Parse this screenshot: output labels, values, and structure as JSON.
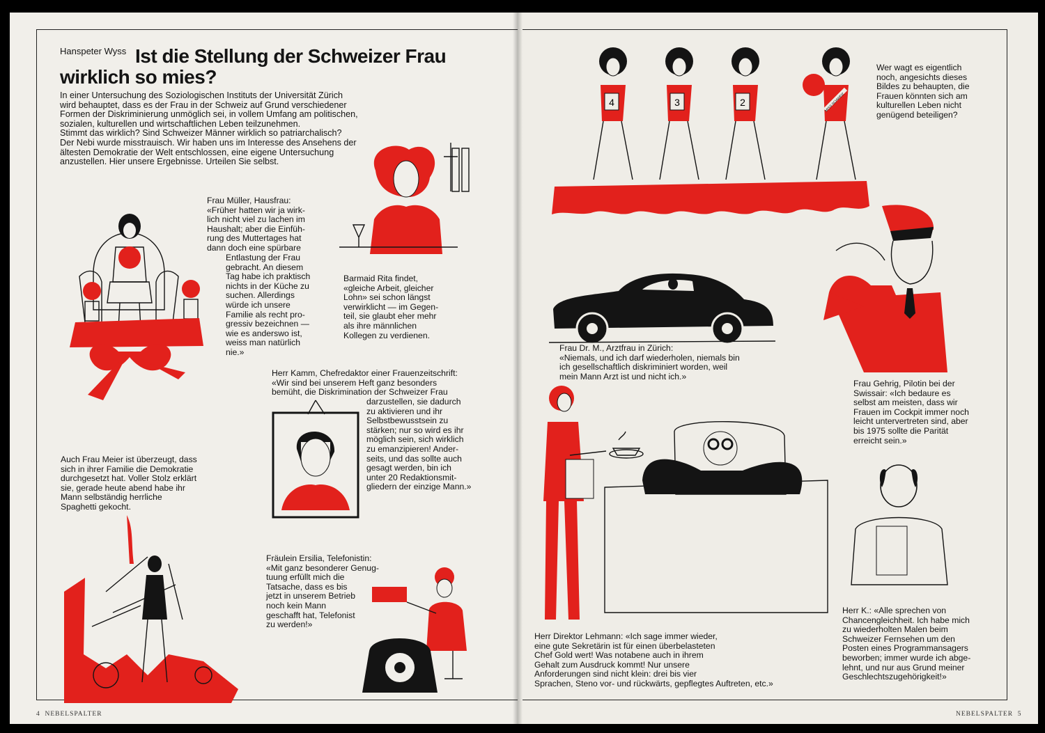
{
  "colors": {
    "accent": "#e2211c",
    "ink": "#141414",
    "paper": "#f1efea"
  },
  "article": {
    "author": "Hanspeter Wyss",
    "headline": "Ist die Stellung der Schweizer Frau wirklich so mies?",
    "intro": "In einer Untersuchung des Soziologischen Instituts der Universität Zürich\nwird behauptet, dass es der Frau in der Schweiz auf Grund verschiedener\nFormen der Diskriminierung unmöglich sei, in vollem Umfang am politischen,\nsozialen, kulturellen und wirtschaftlichen Leben teilzunehmen.\nStimmt das wirklich? Sind Schweizer Männer wirklich so patriarchalisch?\nDer Nebi wurde misstrauisch. Wir haben uns im Interesse des Ansehens der\nältesten Demokratie der Welt entschlossen, eine eigene Untersuchung\nanzustellen. Hier unsere Ergebnisse. Urteilen Sie selbst."
  },
  "captions": {
    "mueller": "Frau Müller, Hausfrau:\n«Früher hatten wir ja wirk-\nlich nicht viel zu lachen im\nHaushalt; aber die Einfüh-\nrung des Muttertages hat\ndann doch eine spürbare",
    "mueller_cont": "Entlastung der Frau\ngebracht. An diesem\nTag habe ich praktisch\nnichts in der Küche zu\nsuchen. Allerdings\nwürde ich unsere\nFamilie als recht pro-\ngressiv bezeichnen —\nwie es anderswo ist,\nweiss man natürlich\nnie.»",
    "rita": "Barmaid Rita findet,\n«gleiche Arbeit, gleicher\nLohn» sei schon längst\nverwirklicht — im Gegen-\nteil, sie glaubt eher mehr\nals ihre männlichen\nKollegen zu verdienen.",
    "kamm": "Herr Kamm, Chefredaktor einer Frauenzeitschrift:\n«Wir sind bei unserem Heft ganz besonders\nbemüht, die Diskrimination der Schweizer Frau",
    "kamm_cont": "darzustellen, sie dadurch\nzu aktivieren und ihr\nSelbstbewusstsein zu\nstärken; nur so wird es ihr\nmöglich sein, sich wirklich\nzu emanzipieren! Ander-\nseits, und das sollte auch\ngesagt werden, bin ich\nunter 20 Redaktionsmit-\ngliedern der einzige Mann.»",
    "meier": "Auch Frau Meier ist überzeugt, dass\nsich in ihrer Familie die Demokratie\ndurchgesetzt hat. Voller Stolz erklärt\nsie, gerade heute abend habe ihr\nMann selbständig herrliche\nSpaghetti gekocht.",
    "ersilia": "Fräulein Ersilia, Telefonistin:\n«Mit ganz besonderer Genug-\ntuung erfüllt mich die\nTatsache, dass es bis\njetzt in unserem Betrieb\nnoch kein Mann\ngeschafft hat, Telefonist\nzu werden!»",
    "misswahl": "Wer wagt es eigentlich\nnoch, angesichts dieses\nBildes zu behaupten, die\nFrauen könnten sich am\nkulturellen Leben nicht\ngenügend beteiligen?",
    "arztfrau": "Frau Dr. M., Arztfrau in Zürich:\n«Niemals, und ich darf wiederholen, niemals bin\nich gesellschaftlich diskriminiert worden, weil\nmein Mann Arzt ist und nicht ich.»",
    "gehrig": "Frau Gehrig, Pilotin bei der\nSwissair: «Ich bedaure es\nselbst am meisten, dass wir\nFrauen im Cockpit immer noch\nleicht untervertreten sind, aber\nbis 1975 sollte die Parität\nerreicht sein.»",
    "lehmann": "Herr Direktor Lehmann: «Ich sage immer wieder,\neine gute Sekretärin ist für einen überbelasteten\nChef Gold wert! Was notabene auch in ihrem\nGehalt zum Ausdruck kommt! Nur unsere\nAnforderungen sind nicht klein: drei bis vier\nSprachen, Steno vor- und rückwärts, gepflegtes Auftreten, etc.»",
    "herr_k": "Herr K.: «Alle sprechen von\nChancengleichheit. Ich habe mich\nzu wiederholten Malen beim\nSchweizer Fernsehen um den\nPosten eines Programmansagers\nbeworben; immer wurde ich abge-\nlehnt, und nur aus Grund meiner\nGeschlechtszugehörigkeit!»"
  },
  "illustrations": {
    "contestant_numbers": [
      "4",
      "3",
      "2"
    ],
    "sash_text": "MISS SCHWEIZ"
  },
  "footer": {
    "left_page_number": "4",
    "left_masthead": "NEBELSPALTER",
    "right_masthead": "NEBELSPALTER",
    "right_page_number": "5"
  }
}
